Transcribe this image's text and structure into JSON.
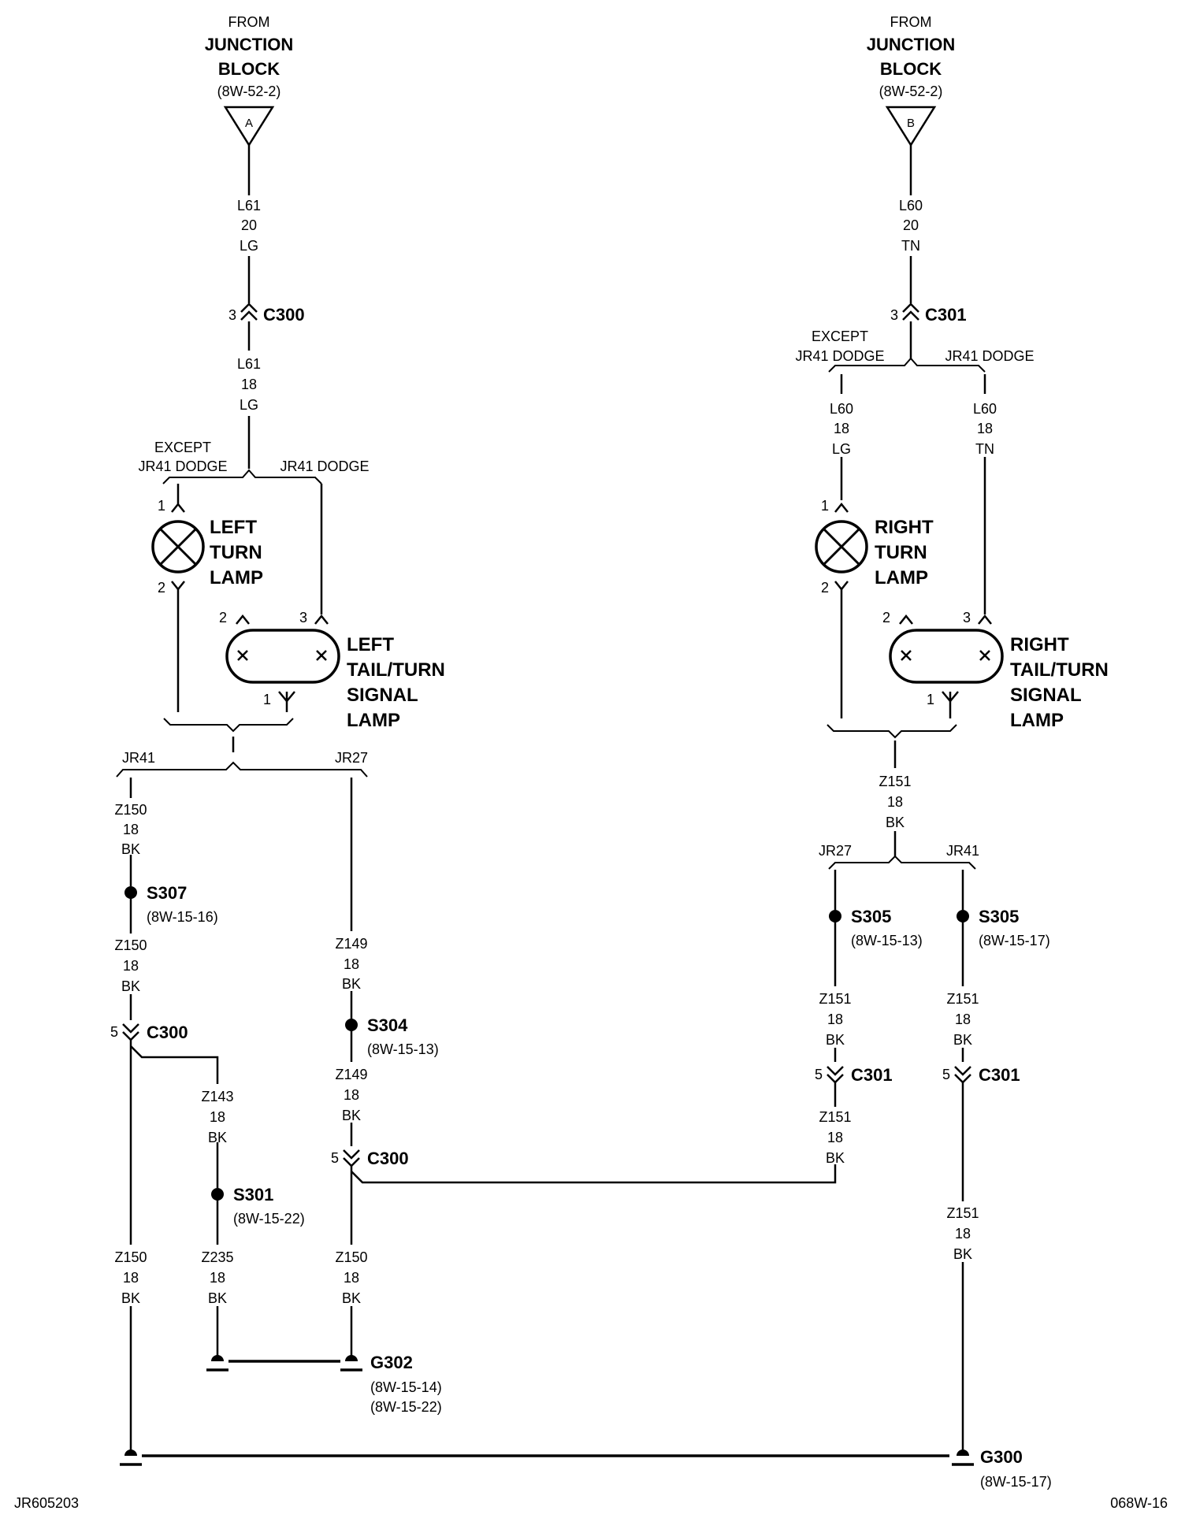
{
  "sources": {
    "left": {
      "from": "FROM",
      "line1": "JUNCTION",
      "line2": "BLOCK",
      "ref": "(8W-52-2)",
      "pin": "A"
    },
    "right": {
      "from": "FROM",
      "line1": "JUNCTION",
      "line2": "BLOCK",
      "ref": "(8W-52-2)",
      "pin": "B"
    }
  },
  "wires": {
    "l61_20": [
      "L61",
      "20",
      "LG"
    ],
    "l61_18": [
      "L61",
      "18",
      "LG"
    ],
    "l60_20": [
      "L60",
      "20",
      "TN"
    ],
    "l60_18_lg": [
      "L60",
      "18",
      "LG"
    ],
    "l60_18_tn": [
      "L60",
      "18",
      "TN"
    ],
    "z151_top": [
      "Z151",
      "18",
      "BK"
    ],
    "z150_a": [
      "Z150",
      "18",
      "BK"
    ],
    "z150_b": [
      "Z150",
      "18",
      "BK"
    ],
    "z150_c": [
      "Z150",
      "18",
      "BK"
    ],
    "z150_d": [
      "Z150",
      "18",
      "BK"
    ],
    "z149_a": [
      "Z149",
      "18",
      "BK"
    ],
    "z149_b": [
      "Z149",
      "18",
      "BK"
    ],
    "z143": [
      "Z143",
      "18",
      "BK"
    ],
    "z235": [
      "Z235",
      "18",
      "BK"
    ],
    "z151_l1": [
      "Z151",
      "18",
      "BK"
    ],
    "z151_l2": [
      "Z151",
      "18",
      "BK"
    ],
    "z151_r1": [
      "Z151",
      "18",
      "BK"
    ],
    "z151_r2": [
      "Z151",
      "18",
      "BK"
    ]
  },
  "connectors": {
    "c300_top": {
      "pin": "3",
      "name": "C300"
    },
    "c301_top": {
      "pin": "3",
      "name": "C301"
    },
    "c300_l": {
      "pin": "5",
      "name": "C300"
    },
    "c300_m": {
      "pin": "5",
      "name": "C300"
    },
    "c301_l": {
      "pin": "5",
      "name": "C301"
    },
    "c301_r": {
      "pin": "5",
      "name": "C301"
    }
  },
  "options": {
    "left_except": [
      "EXCEPT",
      "JR41 DODGE"
    ],
    "left_jr41": "JR41 DODGE",
    "right_except": [
      "EXCEPT",
      "JR41 DODGE"
    ],
    "right_jr41": "JR41 DODGE",
    "jr41_a": "JR41",
    "jr27_a": "JR27",
    "jr27_b": "JR27",
    "jr41_b": "JR41"
  },
  "lamps": {
    "left_turn": {
      "lines": [
        "LEFT",
        "TURN",
        "LAMP"
      ],
      "pin_top": "1",
      "pin_bot": "2"
    },
    "right_turn": {
      "lines": [
        "RIGHT",
        "TURN",
        "LAMP"
      ],
      "pin_top": "1",
      "pin_bot": "2"
    },
    "left_tail": {
      "lines": [
        "LEFT",
        "TAIL/TURN",
        "SIGNAL",
        "LAMP"
      ],
      "pin_2": "2",
      "pin_3": "3",
      "pin_1": "1"
    },
    "right_tail": {
      "lines": [
        "RIGHT",
        "TAIL/TURN",
        "SIGNAL",
        "LAMP"
      ],
      "pin_2": "2",
      "pin_3": "3",
      "pin_1": "1"
    }
  },
  "splices": {
    "s307": {
      "name": "S307",
      "ref": "(8W-15-16)"
    },
    "s304": {
      "name": "S304",
      "ref": "(8W-15-13)"
    },
    "s301": {
      "name": "S301",
      "ref": "(8W-15-22)"
    },
    "s305_a": {
      "name": "S305",
      "ref": "(8W-15-13)"
    },
    "s305_b": {
      "name": "S305",
      "ref": "(8W-15-17)"
    }
  },
  "grounds": {
    "g302": {
      "name": "G302",
      "refs": [
        "(8W-15-14)",
        "(8W-15-22)"
      ]
    },
    "g300": {
      "name": "G300",
      "refs": [
        "(8W-15-17)"
      ]
    }
  },
  "footer": {
    "left_id": "JR605203",
    "right_id": "068W-16"
  }
}
